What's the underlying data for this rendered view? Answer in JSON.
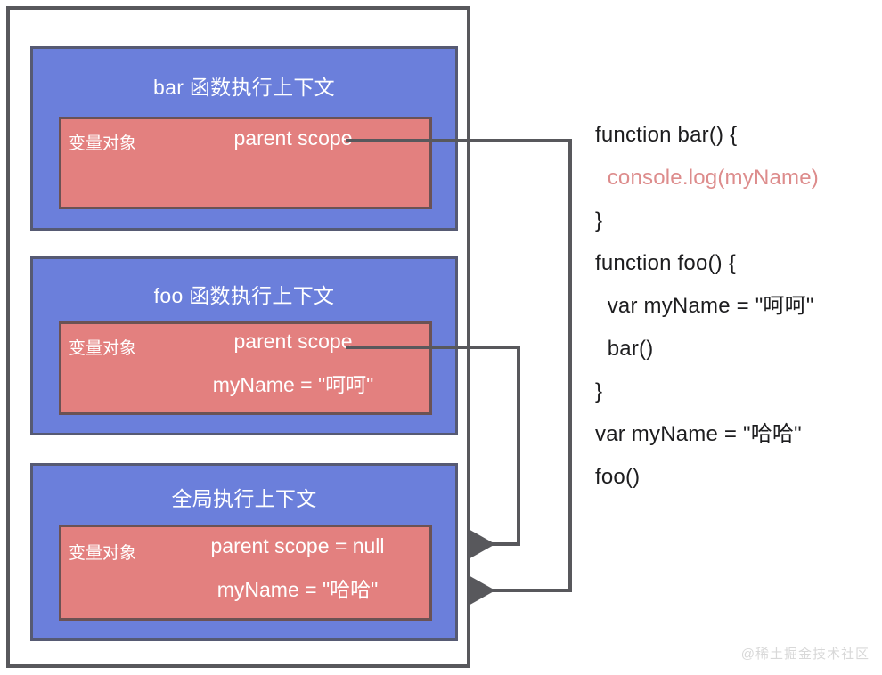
{
  "diagram": {
    "title_semantic": "javascript-scope-chain-diagram",
    "colors": {
      "context_fill": "#6b7fdb",
      "context_border": "#565a73",
      "variable_object_fill": "#e3807f",
      "variable_object_border": "#6b5254",
      "frame_border": "#58585c",
      "connector": "#58585c",
      "code_text": "#1d1d1f",
      "code_highlight": "#dd8c8c",
      "watermark": "#d8d8d8"
    },
    "contexts": [
      {
        "id": "bar",
        "title": "bar 函数执行上下文",
        "variable_object": {
          "label": "变量对象",
          "entries": [
            "parent scope"
          ]
        }
      },
      {
        "id": "foo",
        "title": "foo 函数执行上下文",
        "variable_object": {
          "label": "变量对象",
          "entries": [
            "parent scope",
            "myName = \"呵呵\""
          ]
        }
      },
      {
        "id": "global",
        "title": "全局执行上下文",
        "variable_object": {
          "label": "变量对象",
          "entries": [
            "parent scope = null",
            "myName = \"哈哈\""
          ]
        }
      }
    ],
    "connectors": [
      {
        "id": "bar-parent-scope-to-global",
        "from": "bar.parent scope",
        "to": "global.variable-object",
        "arrow": "left"
      },
      {
        "id": "foo-parent-scope-to-global",
        "from": "foo.parent scope",
        "to": "global.variable-object",
        "arrow": "left"
      }
    ]
  },
  "code": {
    "lines": [
      {
        "text": "function bar() {",
        "highlight": false
      },
      {
        "text": "  console.log(myName)",
        "highlight": true
      },
      {
        "text": "}",
        "highlight": false
      },
      {
        "text": "function foo() {",
        "highlight": false
      },
      {
        "text": "  var myName = \"呵呵\"",
        "highlight": false
      },
      {
        "text": "  bar()",
        "highlight": false
      },
      {
        "text": "}",
        "highlight": false
      },
      {
        "text": "var myName = \"哈哈\"",
        "highlight": false
      },
      {
        "text": "foo()",
        "highlight": false
      }
    ]
  },
  "watermark": {
    "text": "@稀土掘金技术社区"
  }
}
